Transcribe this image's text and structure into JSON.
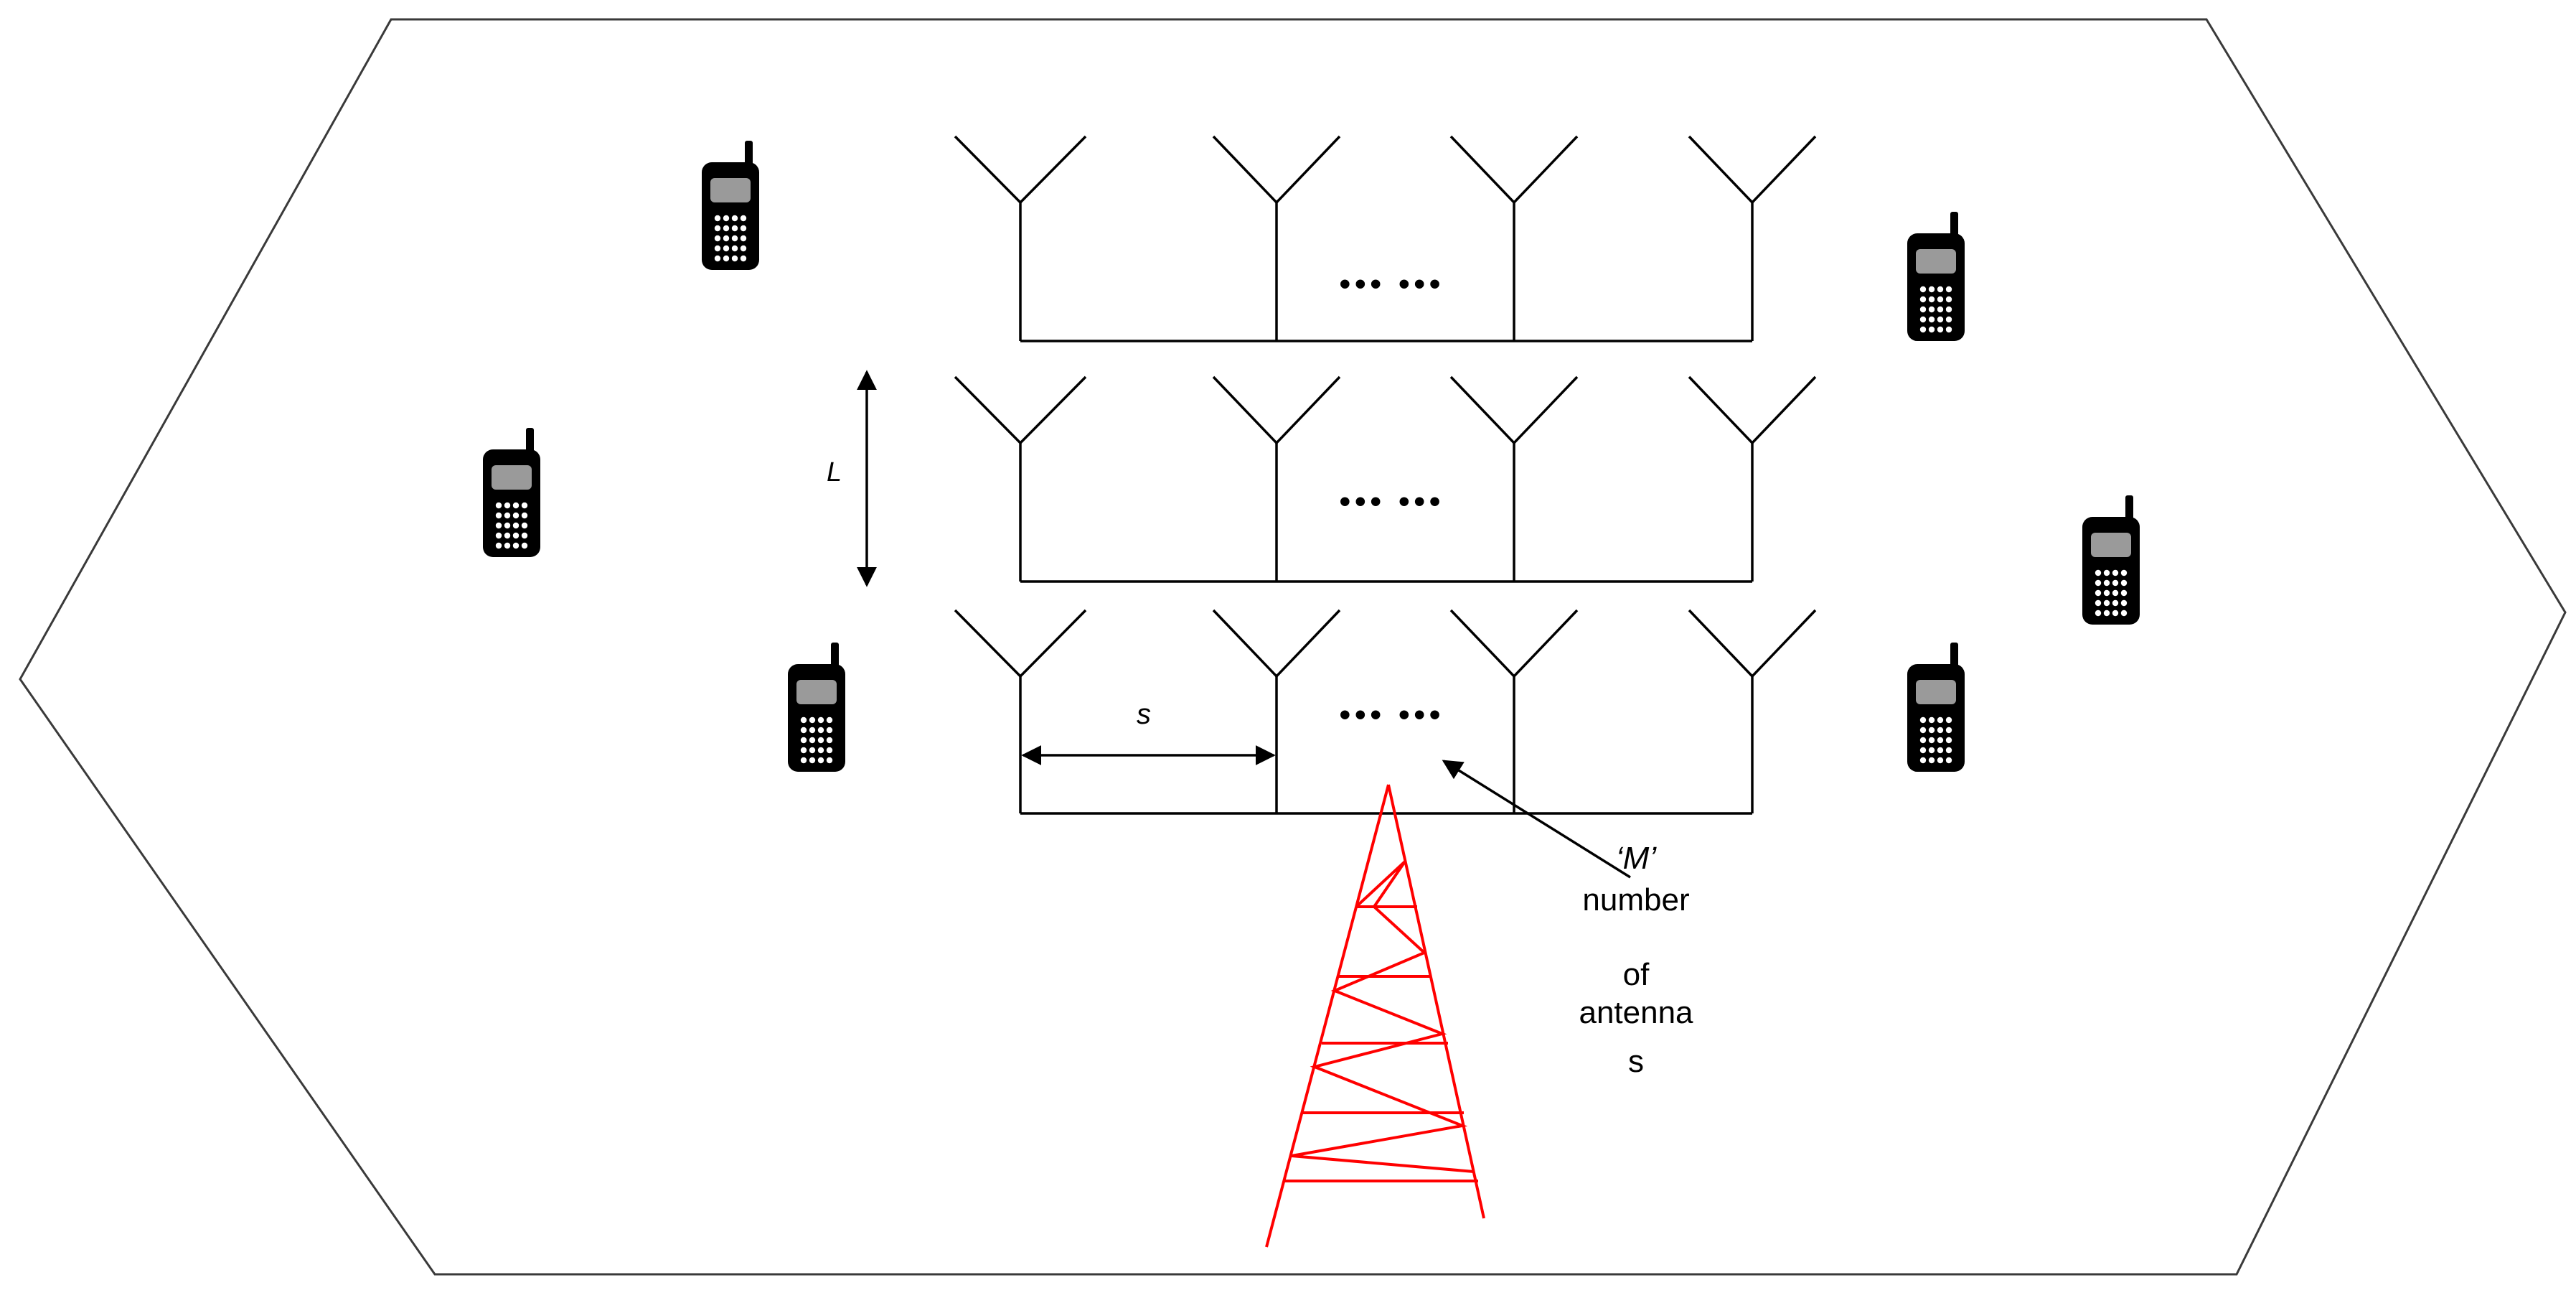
{
  "figure": {
    "colors": {
      "outline": "#3a3a3a",
      "antenna": "#000000",
      "tower": "#ff0000",
      "phone_body": "#000000",
      "phone_screen": "#9a9a9a",
      "phone_key": "#ffffff"
    },
    "labels": {
      "spacing_L": "L",
      "spacing_s": "s",
      "dots": "••• •••",
      "m_label": "‘M’",
      "m_line1": "number",
      "m_line2": "of",
      "m_line3": "antenna",
      "m_line4": "s"
    },
    "icons": [
      "mobile-phone-icon",
      "cell-tower-icon",
      "antenna-icon"
    ]
  }
}
